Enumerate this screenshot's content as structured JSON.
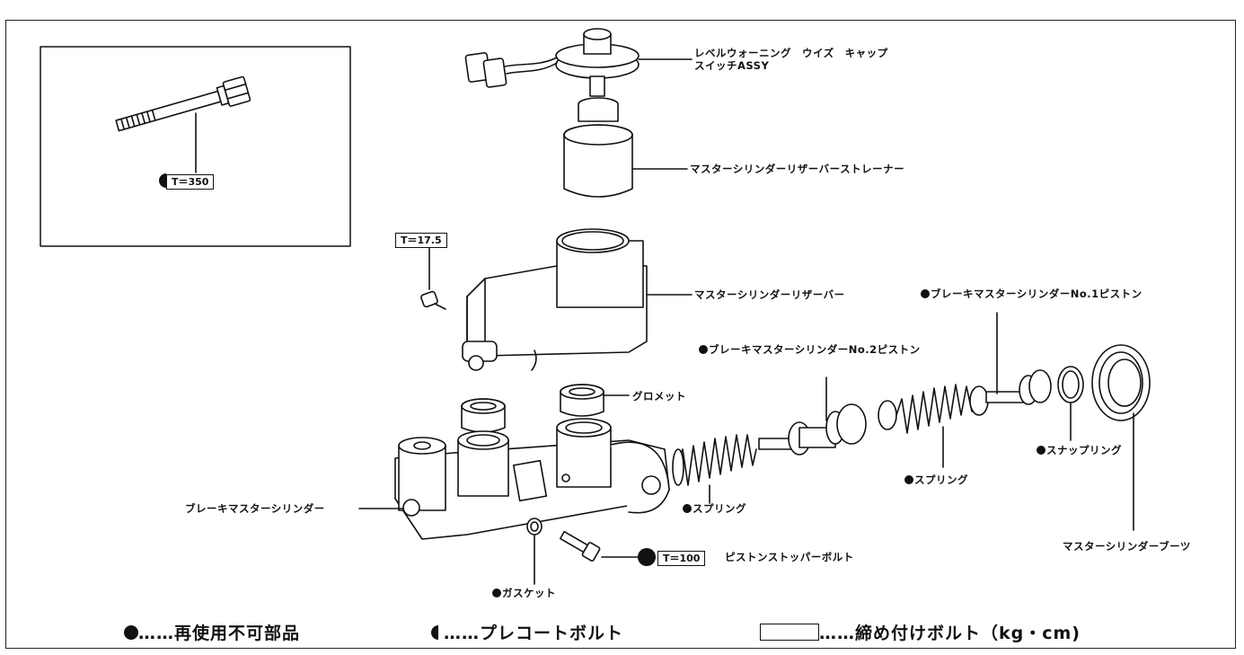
{
  "labels": {
    "cap_switch_line1": "レベルウォーニング　ウイズ　キャップ",
    "cap_switch_line2": "スイッチASSY",
    "strainer": "マスターシリンダーリザーバーストレーナー",
    "reservoir": "マスターシリンダーリザーバー",
    "piston1": "ブレーキマスターシリンダーNo.1ピストン",
    "piston2": "ブレーキマスターシリンダーNo.2ピストン",
    "grommet": "グロメット",
    "spring_left": "スプリング",
    "spring_right": "スプリング",
    "snap_ring": "スナップリング",
    "master_cylinder": "ブレーキマスターシリンダー",
    "boot": "マスターシリンダーブーツ",
    "gasket": "ガスケット",
    "stopper_bolt": "ピストンストッパーボルト"
  },
  "torques": {
    "inset_bolt": "T＝350",
    "reservoir_screw": "T＝17.5",
    "stopper_bolt": "T＝100"
  },
  "legend": {
    "non_reusable": "……再使用不可部品",
    "precoated": "……プレコートボルト",
    "tightening": "……締め付けボルト（kg・cm)"
  }
}
